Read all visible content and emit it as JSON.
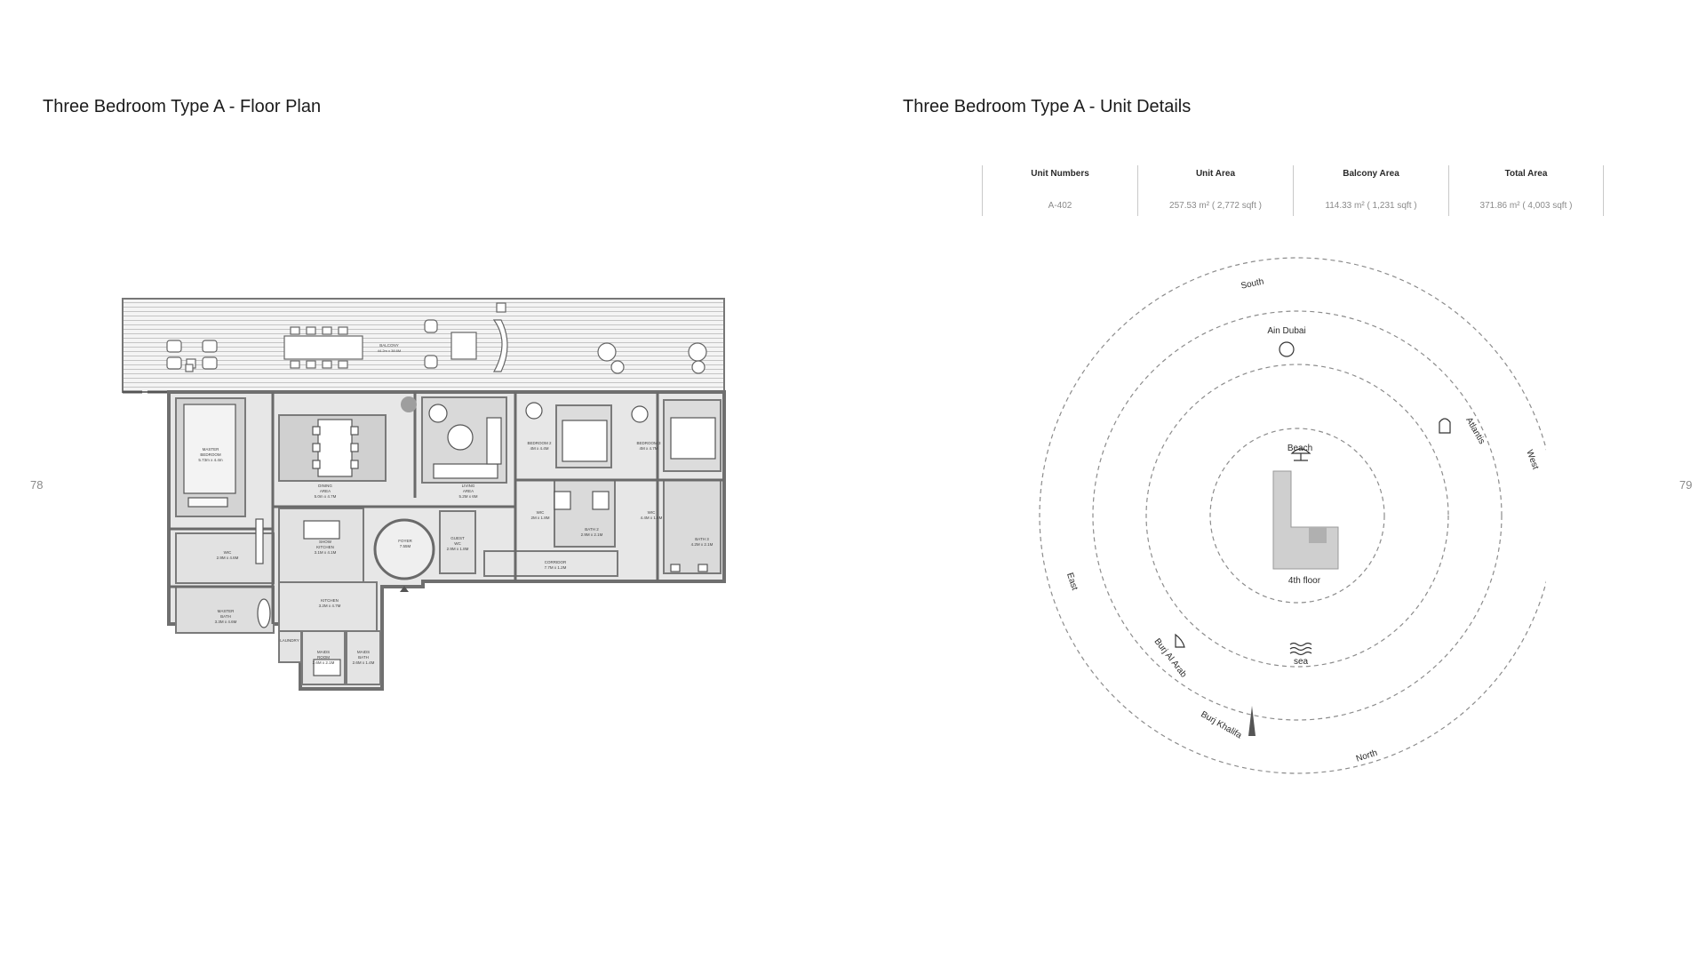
{
  "left_page": {
    "title": "Three Bedroom Type A - Floor Plan",
    "page_number": "78",
    "plan_labels": {
      "balcony": [
        "BALCONY",
        "44.2m x 38.6M"
      ],
      "master_bedroom": [
        "MASTER",
        "BEDROOM",
        "5.73m x 4.4m"
      ],
      "dining": [
        "DINING",
        "AREA",
        "5.0m x 4.7M"
      ],
      "living": [
        "LIVING",
        "AREA",
        "5.2M x 6M"
      ],
      "bedroom2": [
        "BEDROOM 2",
        "4M x 4.4M"
      ],
      "bedroom3": [
        "BEDROOM 3",
        "4M x 4.7M"
      ],
      "wic_master": [
        "WIC",
        "2.9M x 4.6M"
      ],
      "show_kitchen": [
        "SHOW",
        "KITCHEN",
        "3.1M x 4.1M"
      ],
      "foyer": [
        "FOYER",
        "7.55M"
      ],
      "guest_wc": [
        "GUEST",
        "WC",
        "2.9M x 1.8M"
      ],
      "wic2": [
        "WIC",
        "2M x 1.8M"
      ],
      "bath2": [
        "BATH 2",
        "2.9M x 2.1M"
      ],
      "wic3": [
        "WIC",
        "4.4M x 1.8M"
      ],
      "bath3": [
        "BATH 3",
        "4.2M x 2.1M"
      ],
      "corridor": [
        "CORRIDOR",
        "7.7M x 1.2M"
      ],
      "kitchen": [
        "KITCHEN",
        "3.2M x 4.7M"
      ],
      "master_bath": [
        "MASTER",
        "BATH",
        "3.3M x 4.6M"
      ],
      "laundry": [
        "LAUNDRY"
      ],
      "maids_room": [
        "MAIDS",
        "ROOM",
        "2.6M x 2.1M"
      ],
      "maids_bath": [
        "MAIDS",
        "BATH",
        "2.6M x 1.4M"
      ]
    }
  },
  "right_page": {
    "title": "Three Bedroom Type A - Unit Details",
    "page_number": "79",
    "details_table": {
      "headers": [
        "Unit Numbers",
        "Unit Area",
        "Balcony Area",
        "Total Area"
      ],
      "values": [
        "A-402",
        "257.53 m² ( 2,772 sqft )",
        "114.33 m² ( 1,231 sqft )",
        "371.86 m² ( 4,003 sqft )"
      ]
    },
    "orientation_diagram": {
      "compass": {
        "south": "South",
        "west": "West",
        "east": "East",
        "north": "North"
      },
      "landmarks": {
        "ain_dubai": "Ain Dubai",
        "atlantis": "Atlantis",
        "beach": "Beach",
        "burj_al_arab": "Burj Al Arab",
        "sea": "sea",
        "burj_khalifa": "Burj Khalifa"
      },
      "floor_label": "4th floor"
    }
  }
}
